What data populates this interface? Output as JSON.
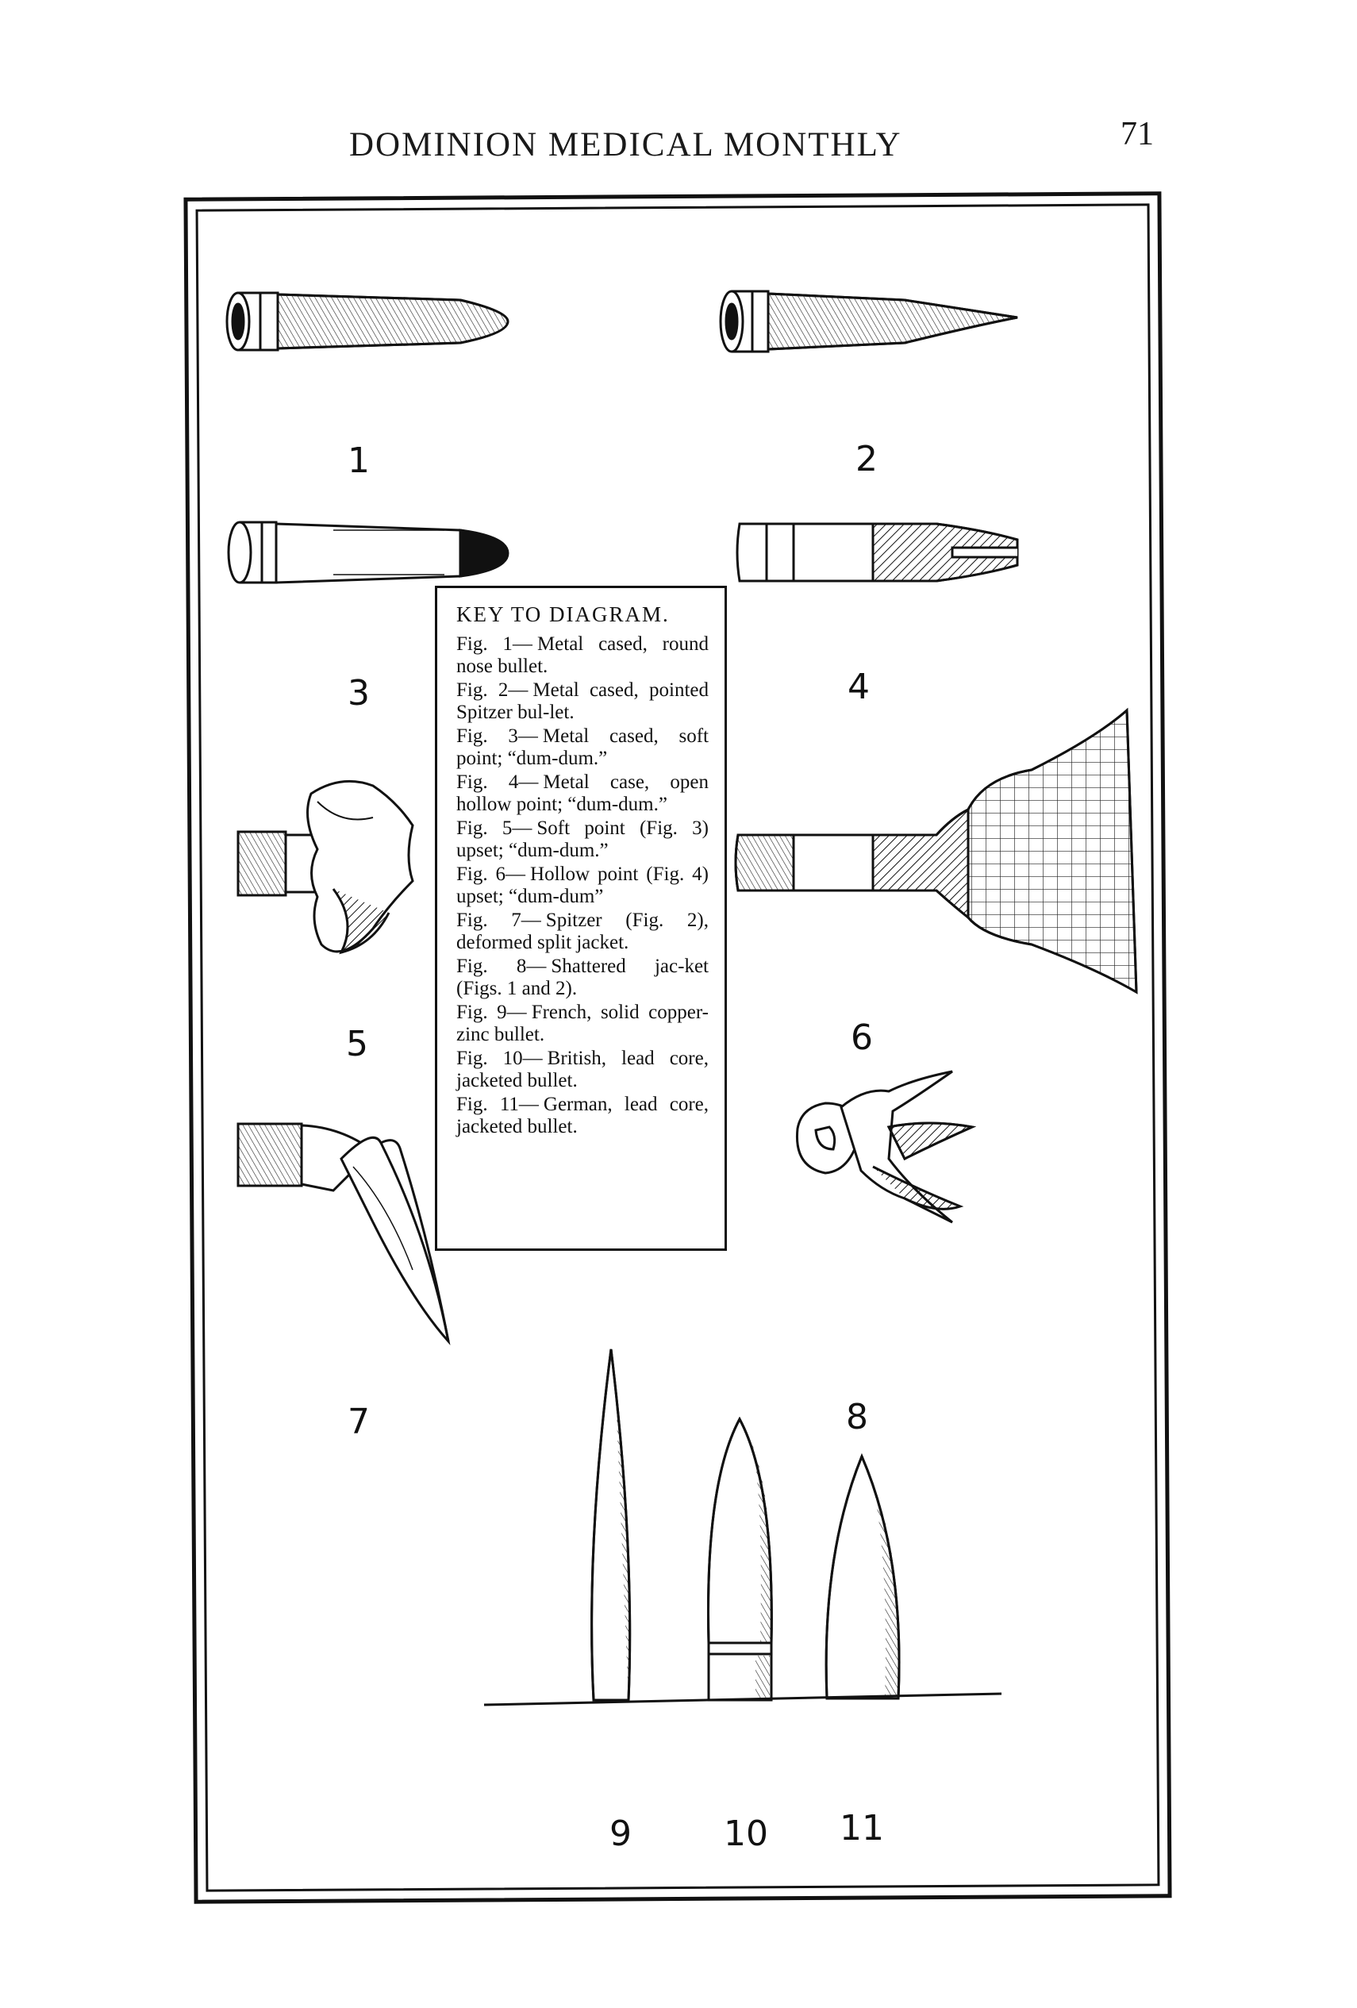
{
  "header": {
    "title": "DOMINION MEDICAL MONTHLY",
    "page_number": "71"
  },
  "key": {
    "title": "KEY TO DIAGRAM.",
    "entries": [
      {
        "label": "Fig. 1—",
        "text": "Metal cased, round nose bullet."
      },
      {
        "label": "Fig. 2—",
        "text": "Metal cased, pointed Spitzer bul-let."
      },
      {
        "label": "Fig. 3—",
        "text": "Metal cased, soft point; “dum-dum.”"
      },
      {
        "label": "Fig. 4—",
        "text": "Metal case, open hollow point; “dum-dum.”"
      },
      {
        "label": "Fig. 5—",
        "text": "Soft point (Fig. 3) upset; “dum-dum.”"
      },
      {
        "label": "Fig. 6—",
        "text": "Hollow point (Fig. 4) upset; “dum-dum”"
      },
      {
        "label": "Fig. 7—",
        "text": "Spitzer (Fig. 2), deformed split jacket."
      },
      {
        "label": "Fig. 8—",
        "text": "Shattered jac-ket (Figs. 1 and 2)."
      },
      {
        "label": "Fig. 9—",
        "text": "French, solid copper-zinc bullet."
      },
      {
        "label": "Fig. 10—",
        "text": "British, lead core, jacketed bullet."
      },
      {
        "label": "Fig. 11—",
        "text": "German, lead core, jacketed bullet."
      }
    ]
  },
  "figure_labels": {
    "f1": "1",
    "f2": "2",
    "f3": "3",
    "f4": "4",
    "f5": "5",
    "f6": "6",
    "f7": "7",
    "f8": "8",
    "f9": "9",
    "f10": "10",
    "f11": "11"
  }
}
